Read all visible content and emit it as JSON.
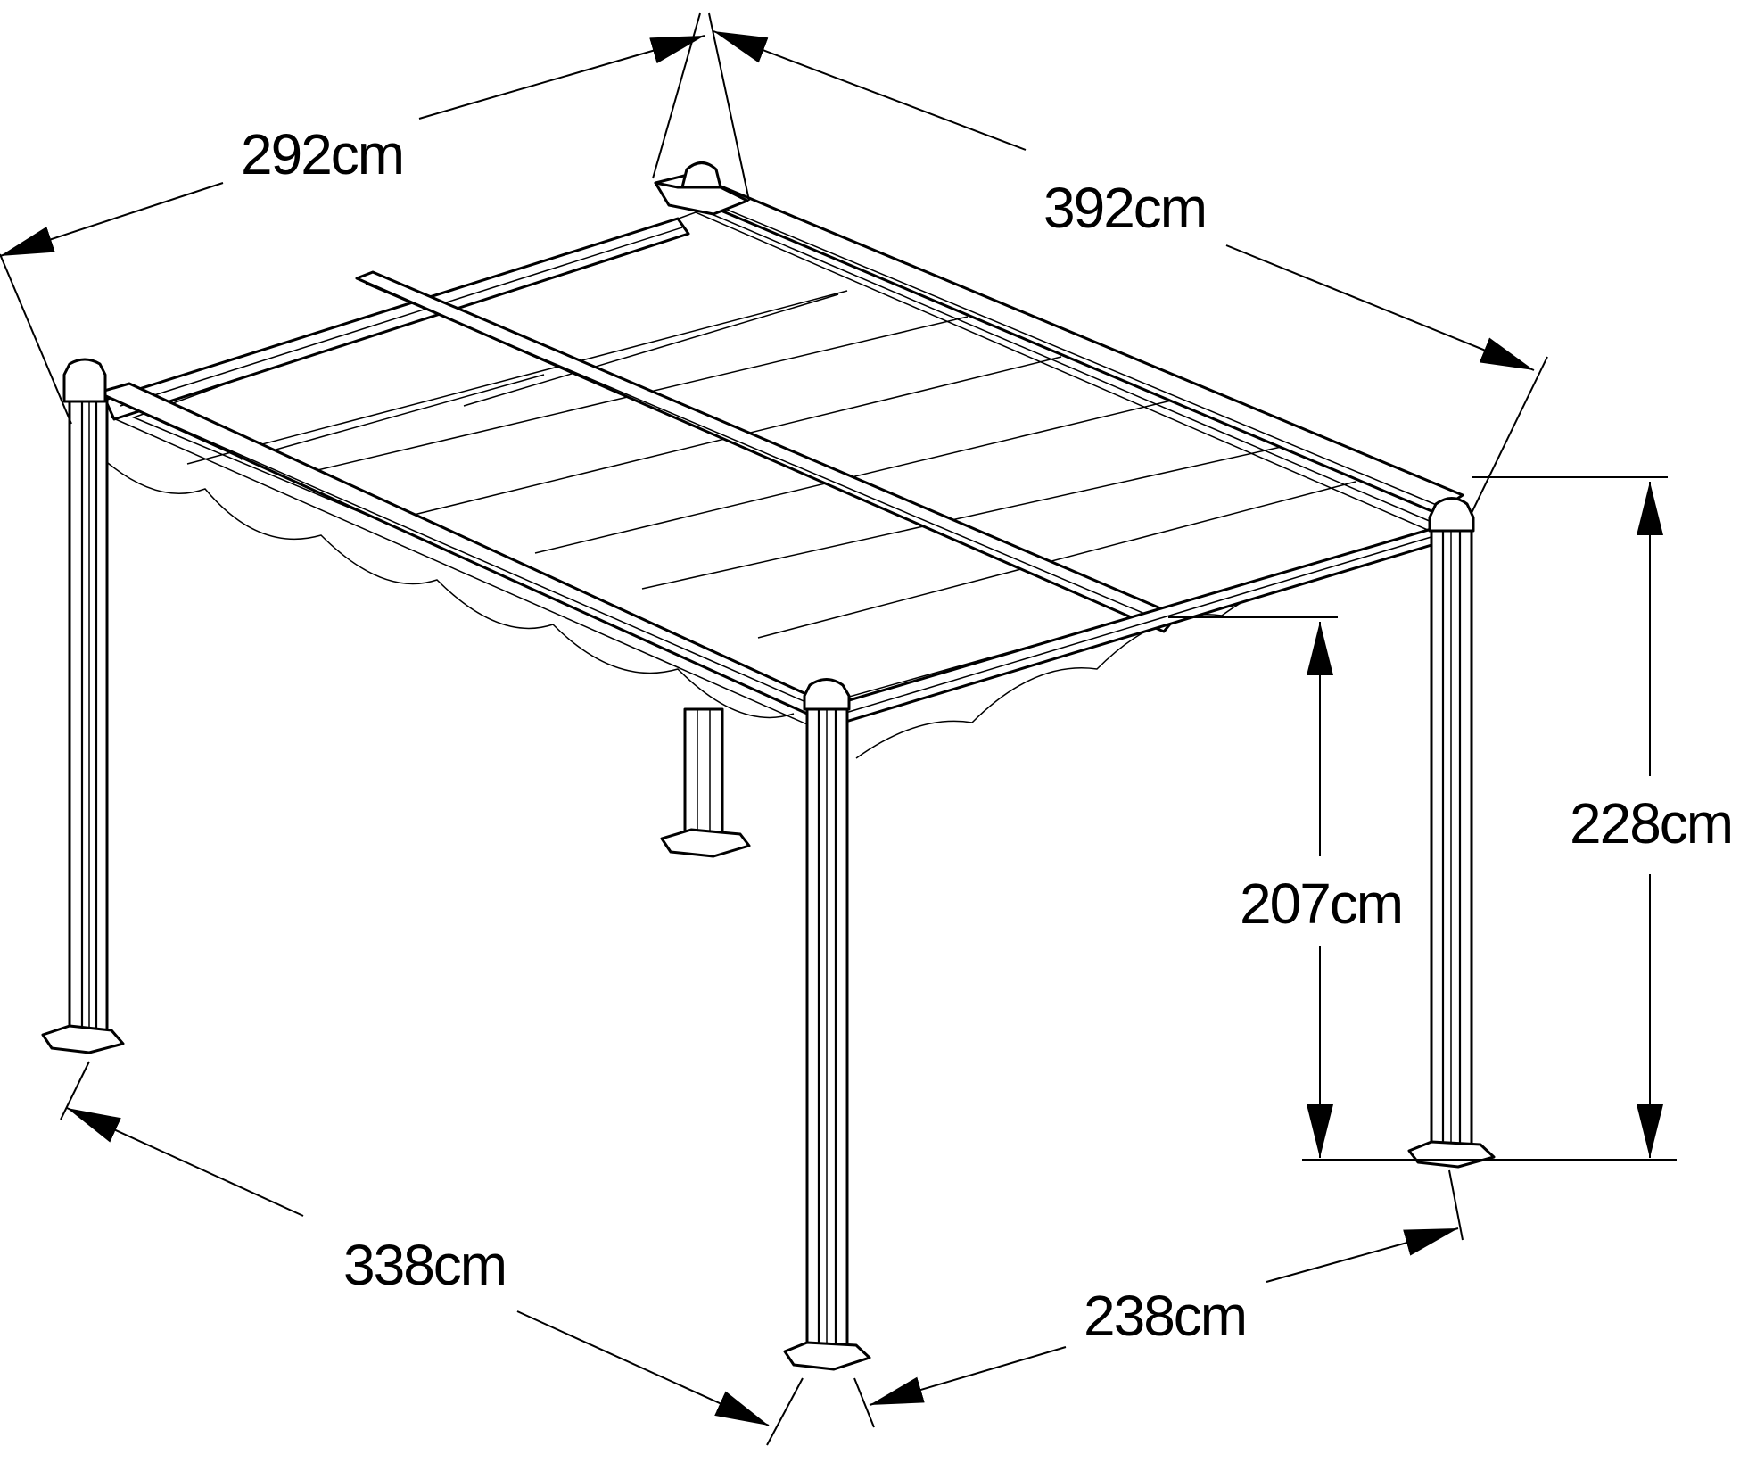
{
  "dimensions": {
    "top_left_width": "292cm",
    "top_right_length": "392cm",
    "bottom_left_length": "338cm",
    "bottom_right_width": "238cm",
    "clear_height": "207cm",
    "total_height": "228cm"
  },
  "colors": {
    "line": "#000000",
    "background": "#ffffff"
  }
}
